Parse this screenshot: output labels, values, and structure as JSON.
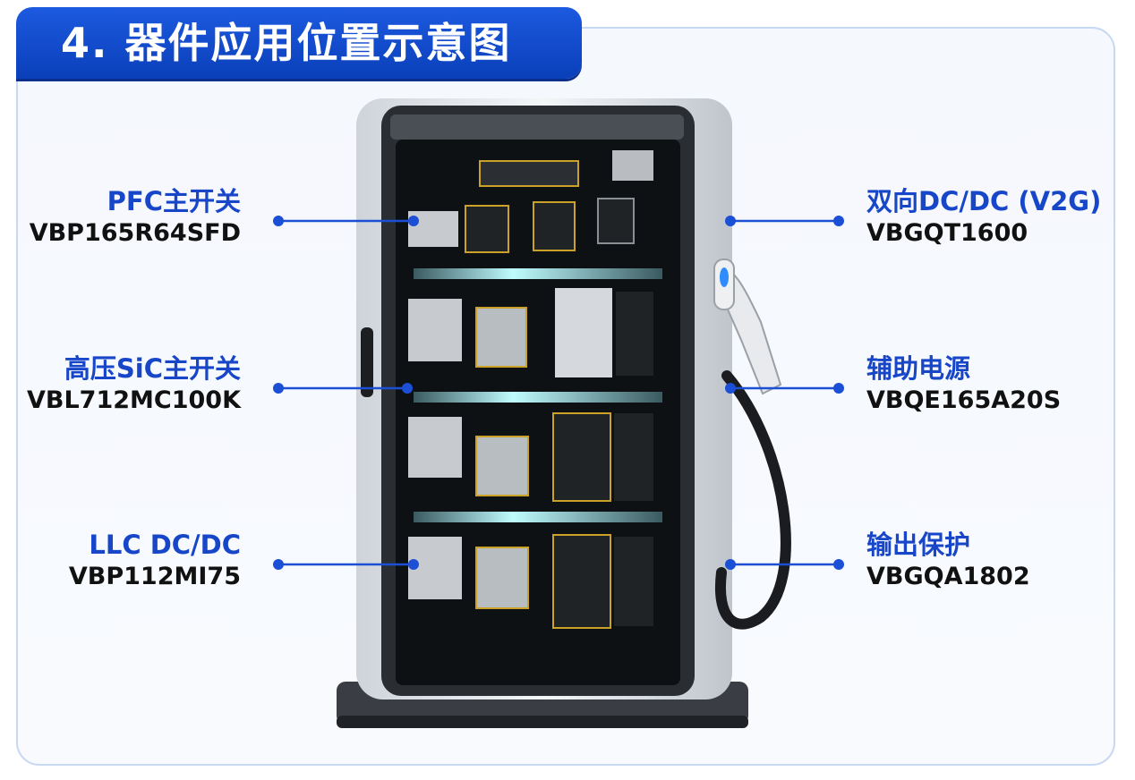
{
  "title": "4. 器件应用位置示意图",
  "colors": {
    "accent": "#1746c9",
    "title_bg": "#0f4bd1",
    "connector": "#1a4fd6"
  },
  "left_components": [
    {
      "name": "PFC主开关",
      "part": "VBP165R64SFD"
    },
    {
      "name": "高压SiC主开关",
      "part": "VBL712MC100K"
    },
    {
      "name": "LLC DC/DC",
      "part": "VBP112MI75"
    }
  ],
  "right_components": [
    {
      "name": "双向DC/DC (V2G)",
      "part": "VBGQT1600"
    },
    {
      "name": "辅助电源",
      "part": "VBQE165A20S"
    },
    {
      "name": "输出保护",
      "part": "VBGQA1802"
    }
  ]
}
